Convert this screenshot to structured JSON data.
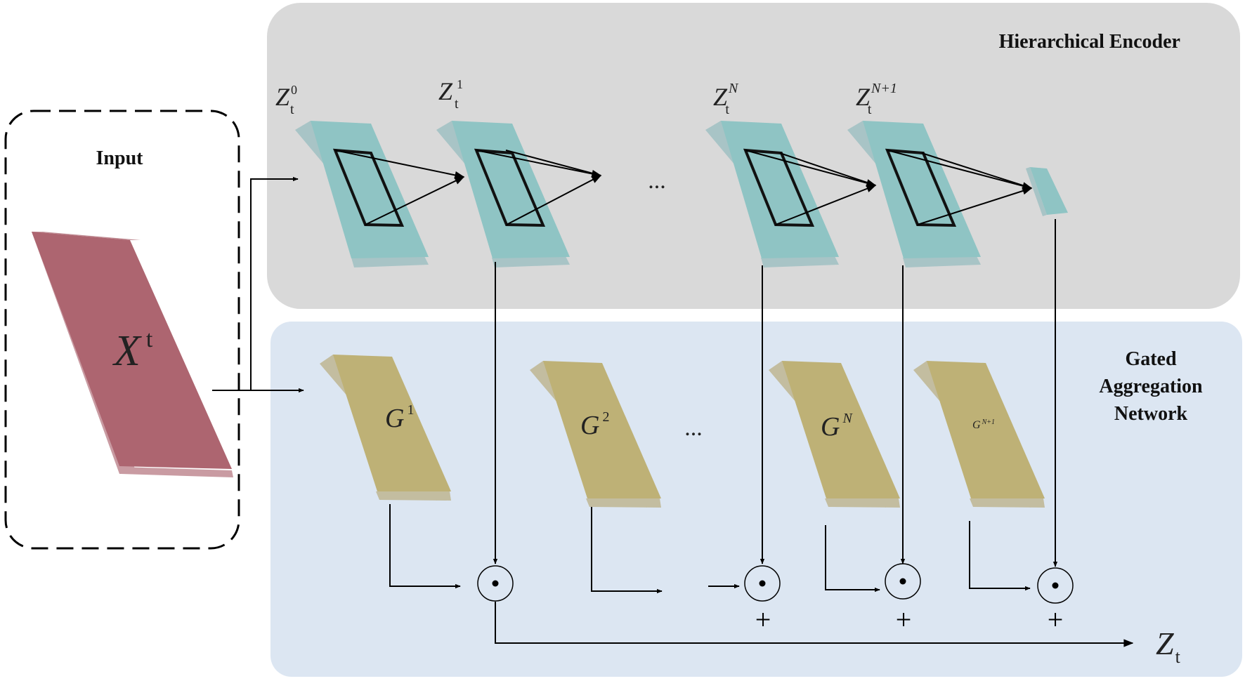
{
  "panels": {
    "encoder_title": "Hierarchical Encoder",
    "gated_line1": "Gated",
    "gated_line2": "Aggregation",
    "gated_line3": "Network",
    "input_title": "Input"
  },
  "input": {
    "symbol": "X",
    "superscript": "t"
  },
  "encoder_layers": [
    {
      "symbol": "Z",
      "sub": "t",
      "sup": "0"
    },
    {
      "symbol": "Z",
      "sub": "t",
      "sup": "1"
    },
    {
      "symbol": "Z",
      "sub": "t",
      "sup": "N"
    },
    {
      "symbol": "Z",
      "sub": "t",
      "sup": "N+1"
    }
  ],
  "gates": [
    {
      "symbol": "G",
      "sup": "1"
    },
    {
      "symbol": "G",
      "sup": "2"
    },
    {
      "symbol": "G",
      "sup": "N"
    },
    {
      "symbol": "G",
      "sup": "N+1"
    }
  ],
  "ellipsis": "...",
  "operators": {
    "hadamard": "⊙",
    "plus": "+"
  },
  "output": {
    "symbol": "Z",
    "sub": "t"
  },
  "colors": {
    "encoder_panel": "#d9d9d9",
    "gated_panel": "#dce6f2",
    "input_block": "#ad6570",
    "encoder_block": "#8fc4c4",
    "gate_block": "#beb176",
    "arrow": "#000000"
  }
}
